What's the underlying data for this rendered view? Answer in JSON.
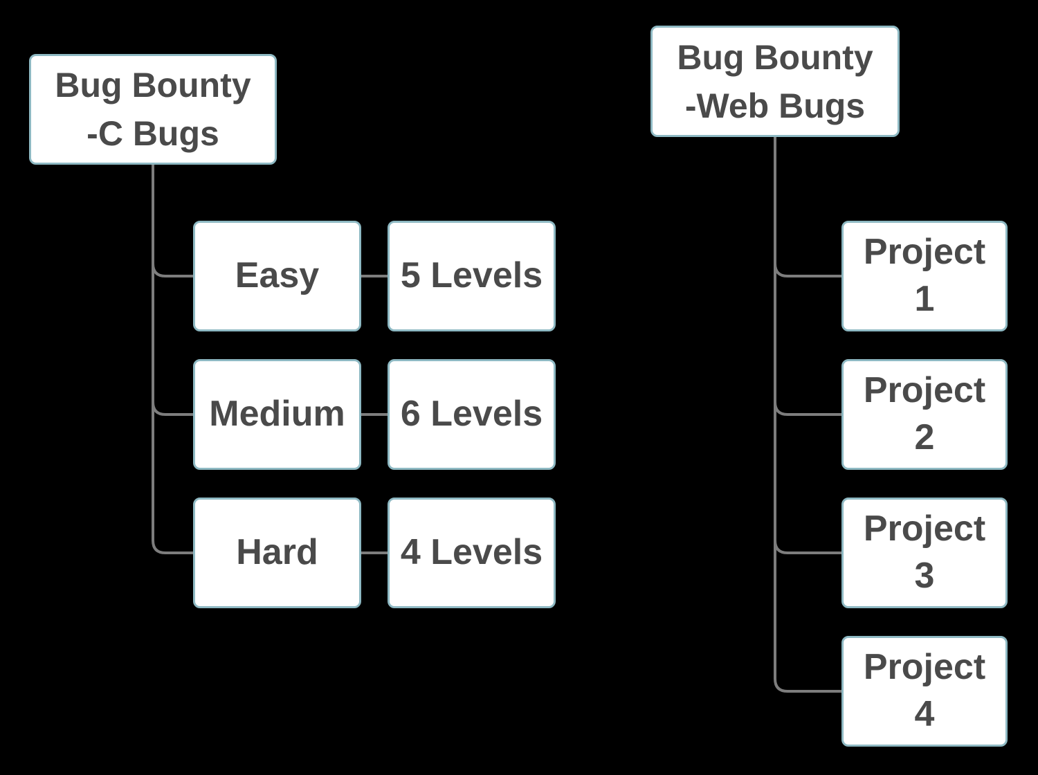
{
  "diagram_title": "",
  "colors": {
    "background": "#000000",
    "box_fill": "#ffffff",
    "box_border": "#8eb9c3",
    "connector": "#7d7d7d",
    "text_color": "#4a4a4a"
  },
  "left_tree": {
    "root": {
      "line1": "Bug Bounty",
      "line2": "-C Bugs"
    },
    "rows": [
      {
        "difficulty": "Easy",
        "levels": "5 Levels"
      },
      {
        "difficulty": "Medium",
        "levels": "6 Levels"
      },
      {
        "difficulty": "Hard",
        "levels": "4 Levels"
      }
    ]
  },
  "right_tree": {
    "root": {
      "line1": "Bug Bounty",
      "line2": "-Web Bugs"
    },
    "projects": [
      {
        "line1": "Project",
        "line2": "1"
      },
      {
        "line1": "Project",
        "line2": "2"
      },
      {
        "line1": "Project",
        "line2": "3"
      },
      {
        "line1": "Project",
        "line2": "4"
      }
    ]
  }
}
